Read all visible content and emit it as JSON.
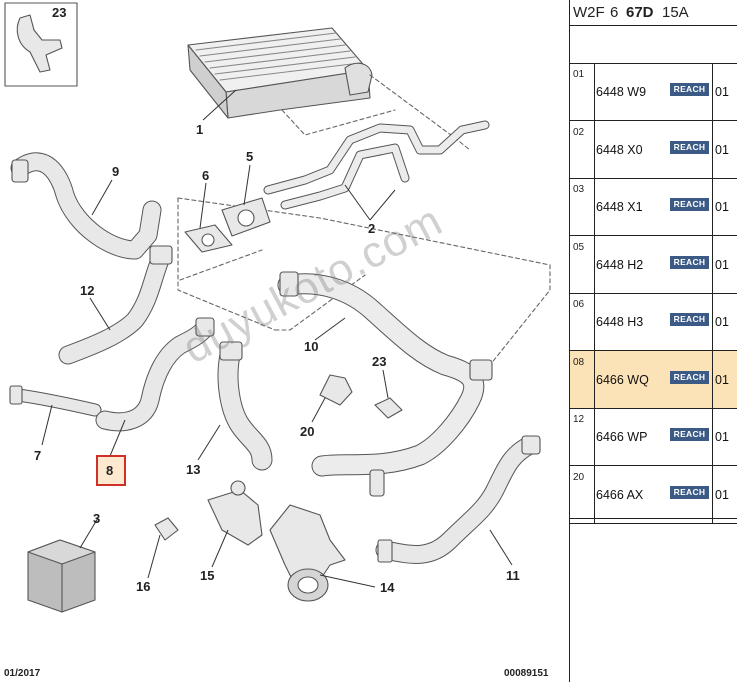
{
  "header": {
    "code_a": "W2F",
    "code_b": "6",
    "code_c": "67D",
    "code_d": "15A"
  },
  "parts": [
    {
      "index": "01",
      "ref": "6448 W9",
      "badge": "REACH",
      "qty": "01",
      "selected": false
    },
    {
      "index": "02",
      "ref": "6448 X0",
      "badge": "REACH",
      "qty": "01",
      "selected": false
    },
    {
      "index": "03",
      "ref": "6448 X1",
      "badge": "REACH",
      "qty": "01",
      "selected": false
    },
    {
      "index": "05",
      "ref": "6448 H2",
      "badge": "REACH",
      "qty": "01",
      "selected": false
    },
    {
      "index": "06",
      "ref": "6448 H3",
      "badge": "REACH",
      "qty": "01",
      "selected": false
    },
    {
      "index": "08",
      "ref": "6466 WQ",
      "badge": "REACH",
      "qty": "01",
      "selected": true
    },
    {
      "index": "12",
      "ref": "6466 WP",
      "badge": "REACH",
      "qty": "01",
      "selected": false
    },
    {
      "index": "20",
      "ref": "6466 AX",
      "badge": "REACH",
      "qty": "01",
      "selected": false
    }
  ],
  "diagram": {
    "callouts": [
      "23",
      "1",
      "9",
      "6",
      "5",
      "2",
      "12",
      "10",
      "23",
      "7",
      "8",
      "20",
      "13",
      "3",
      "16",
      "15",
      "14",
      "11"
    ],
    "highlighted_callout": "8",
    "highlight_color": "#d0302a",
    "watermark": "duyukoto.com",
    "footer_left": "01/2017",
    "footer_right": "00089151"
  },
  "colors": {
    "selected_row": "#fbe3b7",
    "badge": "#3c5a86",
    "part_fill": "#e6e6e6",
    "part_stroke": "#555555"
  }
}
